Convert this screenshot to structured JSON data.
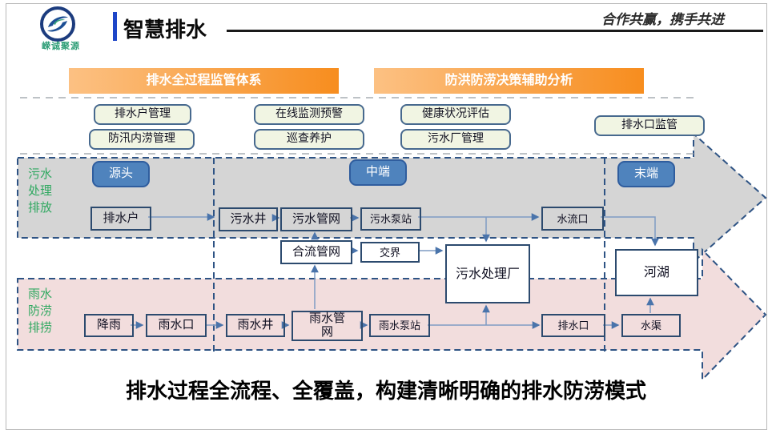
{
  "header": {
    "logo_text": "嵘诚聚源",
    "title": "智慧排水",
    "slogan": "合作共赢，携手共进"
  },
  "banners": {
    "left": "排水全过程监管体系",
    "right": "防洪防涝决策辅助分析"
  },
  "buttons": {
    "drain_user_mgmt": "排水户管理",
    "flood_waterlogging_mgmt": "防汛内涝管理",
    "online_monitor_warning": "在线监测预警",
    "inspection_maintenance": "巡查养护",
    "health_assessment": "健康状况评估",
    "sewage_plant_mgmt": "污水厂管理",
    "outlet_supervision": "排水口监管"
  },
  "stages": {
    "source": "源头",
    "middle": "中端",
    "terminal": "末端"
  },
  "bands": {
    "sewage_label": "污水\n处理\n排放",
    "rain_label": "雨水\n防涝\n排捞"
  },
  "nodes": {
    "drain_user": "排水户",
    "sewage_well": "污水井",
    "sewage_pipe_network": "污水管网",
    "sewage_pump_station": "污水泵站",
    "outflow": "水流口",
    "combined_pipe_network": "合流管网",
    "junction": "交界",
    "sewage_plant": "污水处理厂",
    "river_lake": "河湖",
    "rainfall": "降雨",
    "rain_inlet": "雨水口",
    "rain_well": "雨水井",
    "rain_pipe_network": "雨水管\n网",
    "rain_pump_station": "雨水泵站",
    "drain_outlet": "排水口",
    "water_channel": "水渠"
  },
  "caption": "排水过程全流程、全覆盖，构建清晰明确的排水防涝模式",
  "colors": {
    "banner_orange": "#f78d1e",
    "stage_blue": "#4f83bd",
    "node_border": "#2c4a6e",
    "band_gray": "#d5d5d5",
    "band_pink": "#f2dddd",
    "dash_border_blue": "#2e5384",
    "band_label_green": "#2fa860",
    "button_bg": "#f1f5e3",
    "connector_blue": "#7f9cc4",
    "accent_bar_blue": "#1e46c8"
  }
}
